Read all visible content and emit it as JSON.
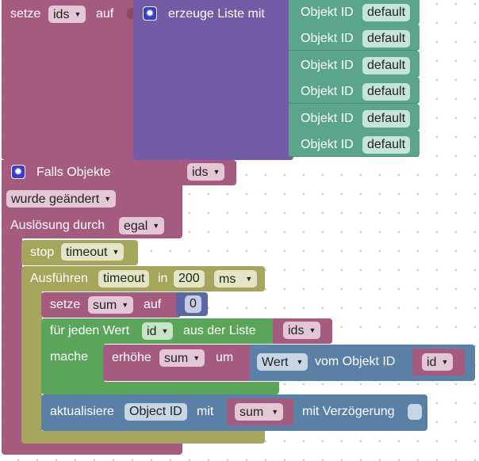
{
  "colors": {
    "variables": "#a55b80",
    "lists": "#745ba5",
    "objects": "#5ba58c",
    "events": "#a55b80",
    "timeouts": "#a5a55b",
    "math": "#5b67a5",
    "loops": "#5ba55b",
    "io": "#5b80a5"
  },
  "set_ids": {
    "label": "setze",
    "variable": "ids",
    "to": "auf"
  },
  "create_list": {
    "label": "erzeuge Liste mit",
    "gear_icon": "gear-icon"
  },
  "object_items": [
    {
      "label": "Objekt ID",
      "value": "default"
    },
    {
      "label": "Objekt ID",
      "value": "default"
    },
    {
      "label": "Objekt ID",
      "value": "default"
    },
    {
      "label": "Objekt ID",
      "value": "default"
    },
    {
      "label": "Objekt ID",
      "value": "default"
    },
    {
      "label": "Objekt ID",
      "value": "default"
    }
  ],
  "trigger": {
    "label": "Falls Objekte",
    "variable": "ids",
    "condition": "wurde geändert",
    "ack_label": "Auslösung durch",
    "ack_value": "egal"
  },
  "stop_timeout": {
    "label": "stop",
    "variable": "timeout"
  },
  "run_timeout": {
    "label": "Ausführen",
    "variable": "timeout",
    "in_label": "in",
    "delay": "200",
    "unit": "ms"
  },
  "set_sum": {
    "label": "setze",
    "variable": "sum",
    "to": "auf",
    "value": "0"
  },
  "for_each": {
    "label": "für jeden Wert",
    "variable": "id",
    "from_label": "aus der Liste",
    "list_variable": "ids",
    "do_label": "mache"
  },
  "increment": {
    "label": "erhöhe",
    "variable": "sum",
    "by_label": "um"
  },
  "get_value": {
    "attribute": "Wert",
    "label": "vom Objekt ID",
    "variable": "id"
  },
  "update": {
    "label": "aktualisiere",
    "object_field": "Object ID",
    "with_label": "mit",
    "variable": "sum",
    "delay_label": "mit Verzögerung"
  }
}
